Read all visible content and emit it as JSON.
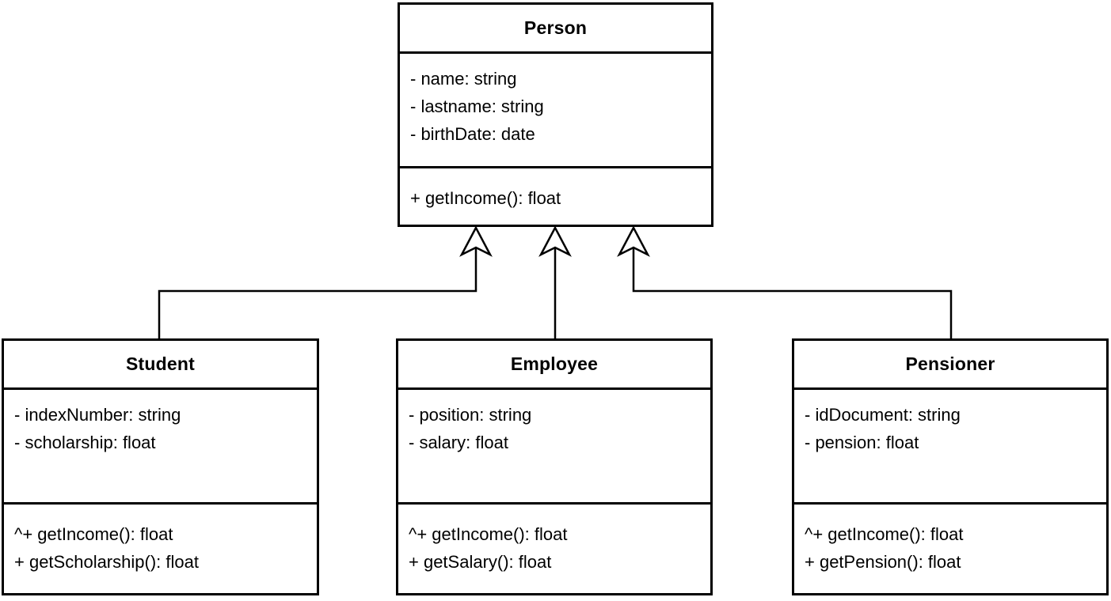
{
  "diagram": {
    "type": "uml-class-diagram",
    "colors": {
      "stroke": "#000000",
      "fill": "#ffffff",
      "text": "#000000"
    },
    "classes": [
      {
        "id": "person",
        "name": "Person",
        "attributes": [
          "- name: string",
          "- lastname: string",
          "- birthDate: date"
        ],
        "methods": [
          "+ getIncome(): float"
        ]
      },
      {
        "id": "student",
        "name": "Student",
        "attributes": [
          "- indexNumber: string",
          "- scholarship: float"
        ],
        "methods": [
          "^+ getIncome(): float",
          "+ getScholarship(): float"
        ]
      },
      {
        "id": "employee",
        "name": "Employee",
        "attributes": [
          "- position: string",
          "- salary: float"
        ],
        "methods": [
          "^+ getIncome(): float",
          "+ getSalary(): float"
        ]
      },
      {
        "id": "pensioner",
        "name": "Pensioner",
        "attributes": [
          "- idDocument: string",
          "- pension: float"
        ],
        "methods": [
          "^+ getIncome(): float",
          "+ getPension(): float"
        ]
      }
    ],
    "relationships": [
      {
        "from": "Student",
        "to": "Person",
        "type": "generalization"
      },
      {
        "from": "Employee",
        "to": "Person",
        "type": "generalization"
      },
      {
        "from": "Pensioner",
        "to": "Person",
        "type": "generalization"
      }
    ]
  }
}
